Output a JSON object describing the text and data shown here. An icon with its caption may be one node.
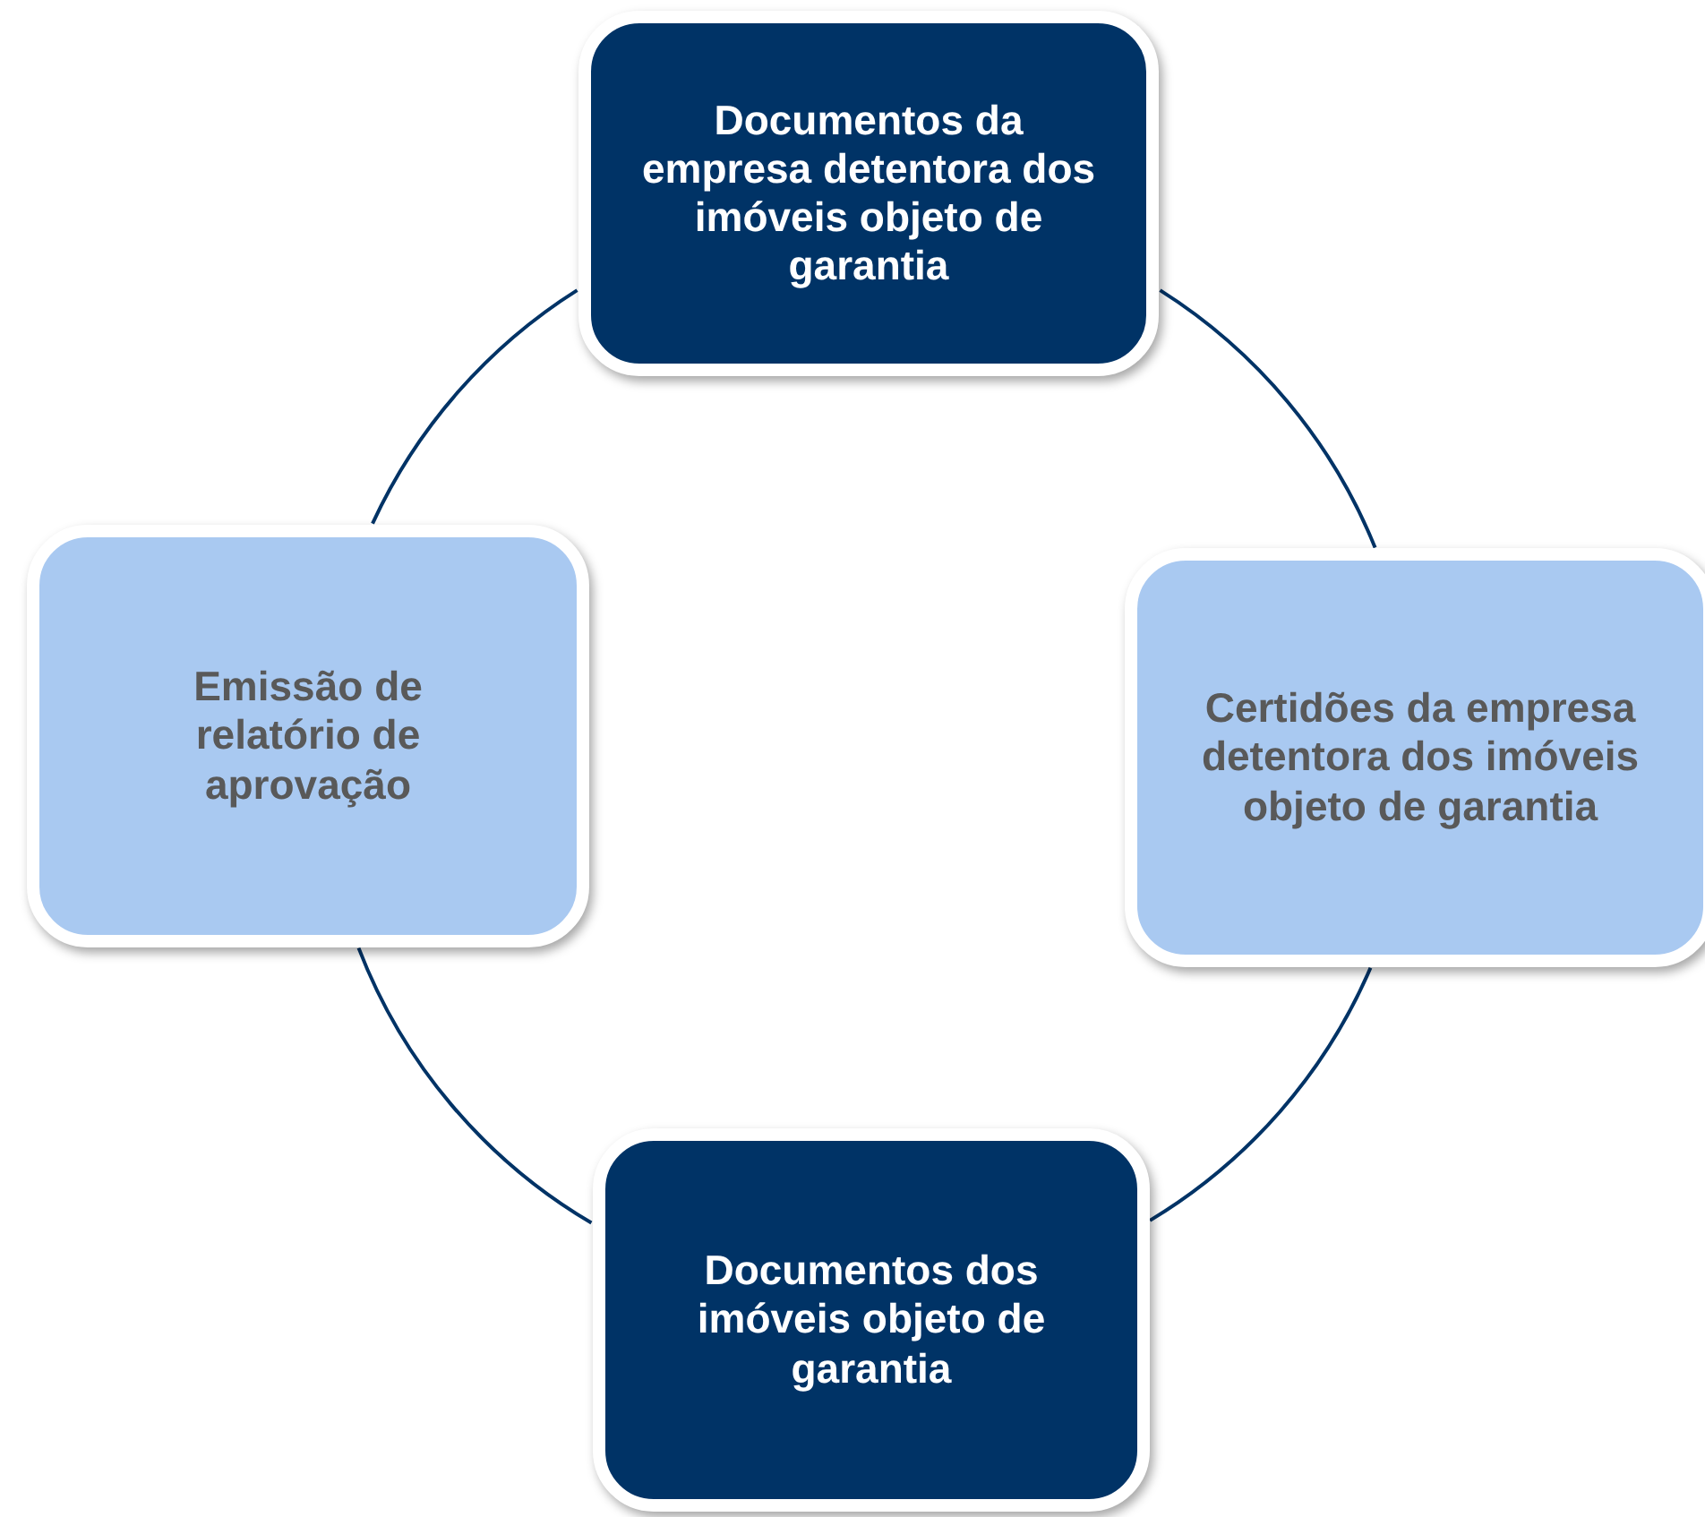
{
  "diagram": {
    "nodes": [
      {
        "text": [
          "Documentos da empresa detentora dos imóveis objeto de garantia"
        ]
      },
      {
        "text": [
          "Certidões da empresa detentora dos imóveis objeto de garantia"
        ]
      },
      {
        "text": [
          "Documentos dos imóveis objeto de garantia"
        ]
      },
      {
        "text": [
          "Emissão de relatório de aprovação"
        ]
      }
    ],
    "edges": [
      {
        "from": 0,
        "to": 1,
        "arrow": "none"
      },
      {
        "from": 1,
        "to": 2,
        "arrow": "none"
      },
      {
        "from": 2,
        "to": 3,
        "arrow": "none"
      },
      {
        "from": 3,
        "to": 0,
        "arrow": "none"
      }
    ]
  }
}
